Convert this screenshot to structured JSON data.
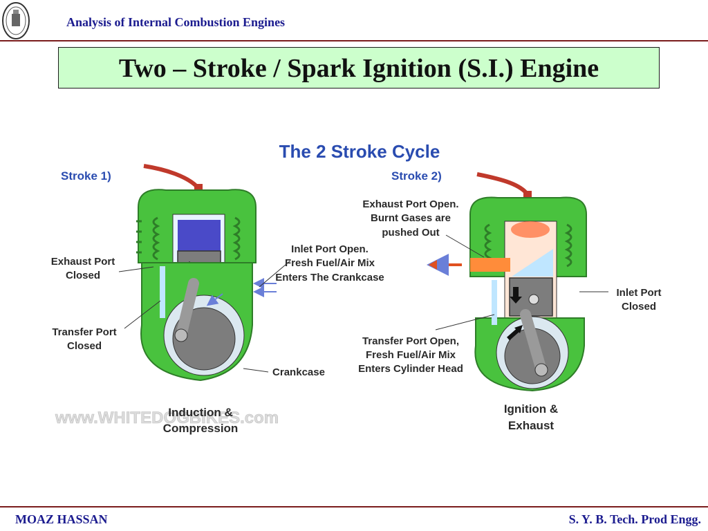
{
  "header": {
    "title": "Analysis of Internal Combustion Engines"
  },
  "slide": {
    "title": "Two – Stroke / Spark Ignition (S.I.) Engine"
  },
  "diagram": {
    "cycle_title": "The 2 Stroke Cycle",
    "stroke1": {
      "label": "Stroke 1)",
      "exhaust_port": [
        "Exhaust Port",
        "Closed"
      ],
      "transfer_port": [
        "Transfer Port",
        "Closed"
      ],
      "inlet_port": [
        "Inlet Port Open.",
        "Fresh Fuel/Air Mix",
        "Enters The Crankcase"
      ],
      "crankcase": "Crankcase",
      "caption": [
        "Induction &",
        "Compression"
      ]
    },
    "stroke2": {
      "label": "Stroke 2)",
      "exhaust_port": [
        "Exhaust Port Open.",
        "Burnt Gases are",
        "pushed Out"
      ],
      "inlet_port": [
        "Inlet Port",
        "Closed"
      ],
      "transfer_port": [
        "Transfer Port Open,",
        "Fresh Fuel/Air Mix",
        "Enters Cylinder Head"
      ],
      "caption": [
        "Ignition &",
        "Exhaust"
      ]
    },
    "watermark": "www.WHITEDOGBIKES.com"
  },
  "footer": {
    "author": "MOAZ HASSAN",
    "course": "S. Y. B. Tech. Prod Engg."
  },
  "colors": {
    "engine_green": "#49c23e",
    "piston_grey": "#7d7d7d",
    "charge_blue": "#4a4ac8",
    "header_blue": "#1b1b8f",
    "title_bg": "#ccffcc",
    "rule_red": "#7a1c1c"
  }
}
